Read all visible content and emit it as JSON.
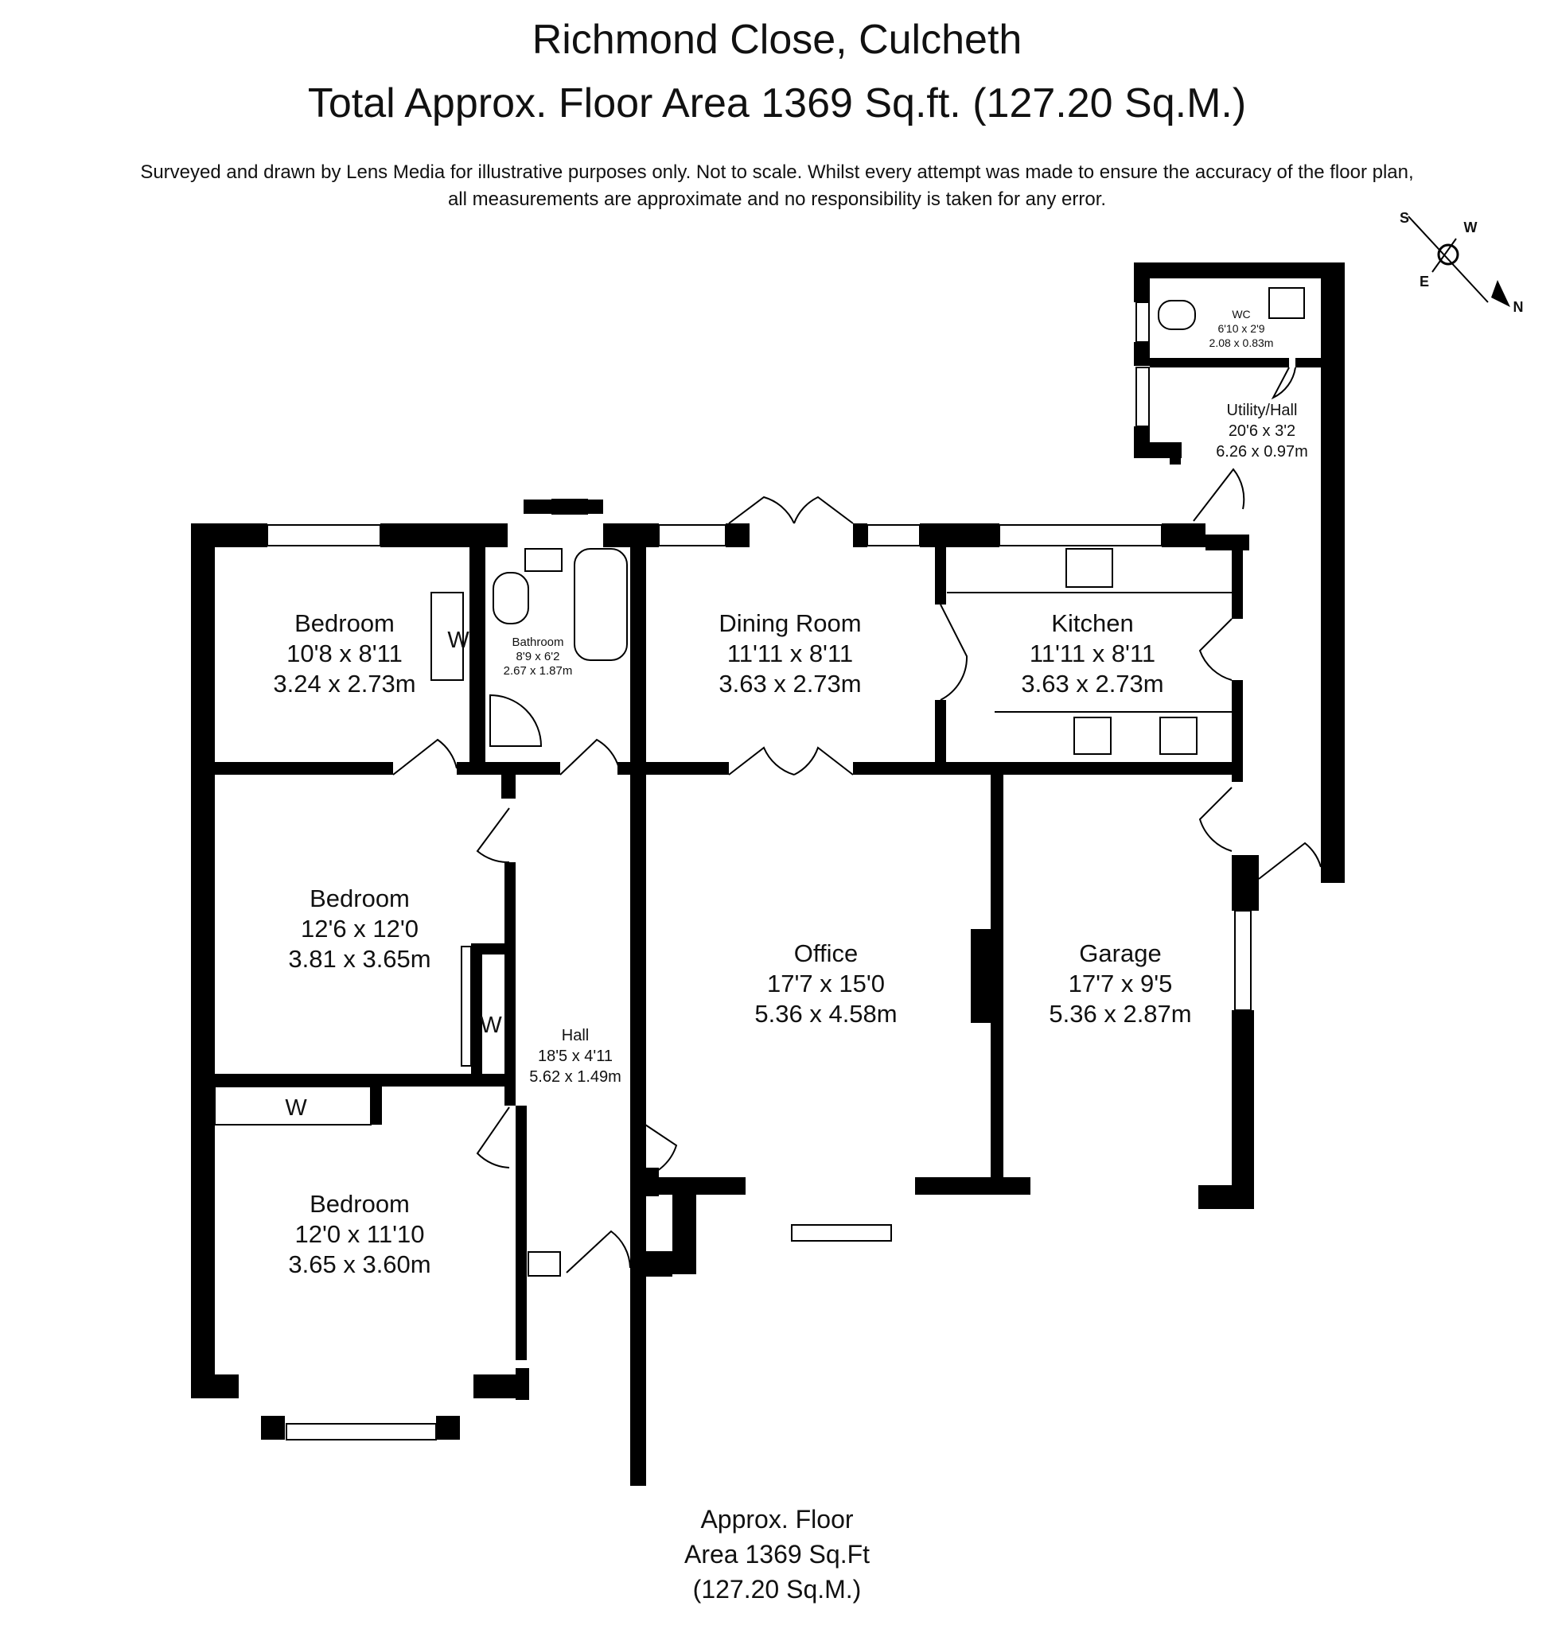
{
  "header": {
    "title": "Richmond Close, Culcheth",
    "subtitle": "Total Approx. Floor Area 1369 Sq.ft. (127.20 Sq.M.)",
    "disclaimer_line1": "Surveyed and drawn by Lens Media for illustrative purposes only. Not to scale. Whilst every attempt was made to ensure the accuracy of the floor plan,",
    "disclaimer_line2": "all measurements are approximate and no responsibility is taken for any error."
  },
  "compass": {
    "s": "S",
    "w": "W",
    "e": "E",
    "n": "N"
  },
  "rooms": {
    "bedroom1": {
      "name": "Bedroom",
      "imperial": "10'8 x 8'11",
      "metric": "3.24 x 2.73m"
    },
    "bathroom": {
      "name": "Bathroom",
      "imperial": "8'9 x 6'2",
      "metric": "2.67 x 1.87m"
    },
    "dining": {
      "name": "Dining Room",
      "imperial": "11'11 x 8'11",
      "metric": "3.63 x 2.73m"
    },
    "kitchen": {
      "name": "Kitchen",
      "imperial": "11'11 x 8'11",
      "metric": "3.63 x 2.73m"
    },
    "wc": {
      "name": "WC",
      "imperial": "6'10 x 2'9",
      "metric": "2.08 x 0.83m"
    },
    "utility": {
      "name": "Utility/Hall",
      "imperial": "20'6 x 3'2",
      "metric": "6.26 x 0.97m"
    },
    "bedroom2": {
      "name": "Bedroom",
      "imperial": "12'6 x 12'0",
      "metric": "3.81 x 3.65m"
    },
    "hall": {
      "name": "Hall",
      "imperial": "18'5 x 4'11",
      "metric": "5.62 x 1.49m"
    },
    "office": {
      "name": "Office",
      "imperial": "17'7 x 15'0",
      "metric": "5.36 x 4.58m"
    },
    "garage": {
      "name": "Garage",
      "imperial": "17'7 x 9'5",
      "metric": "5.36 x 2.87m"
    },
    "bedroom3": {
      "name": "Bedroom",
      "imperial": "12'0 x 11'10",
      "metric": "3.65 x 3.60m"
    }
  },
  "wardrobe_label": "W",
  "footer": {
    "line1": "Approx. Floor",
    "line2": "Area 1369 Sq.Ft",
    "line3": "(127.20 Sq.M.)"
  }
}
